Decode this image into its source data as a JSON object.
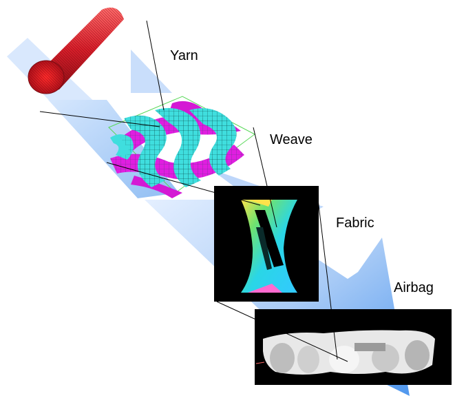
{
  "labels": {
    "yarn": "Yarn",
    "weave": "Weave",
    "fabric": "Fabric",
    "airbag": "Airbag"
  },
  "icons": [
    "yarn-cylinder-icon",
    "weave-mesh-icon",
    "fabric-stress-map-icon",
    "airbag-render-icon"
  ],
  "colors": {
    "arrow_light": "#cfe2fb",
    "arrow_mid": "#9ec4f4",
    "arrow_strong": "#5a9fef",
    "yarn_red": "#d81e2a",
    "warp_cyan": "#3fdede",
    "weft_magenta": "#e01ee0",
    "panel_bg": "#000000"
  }
}
